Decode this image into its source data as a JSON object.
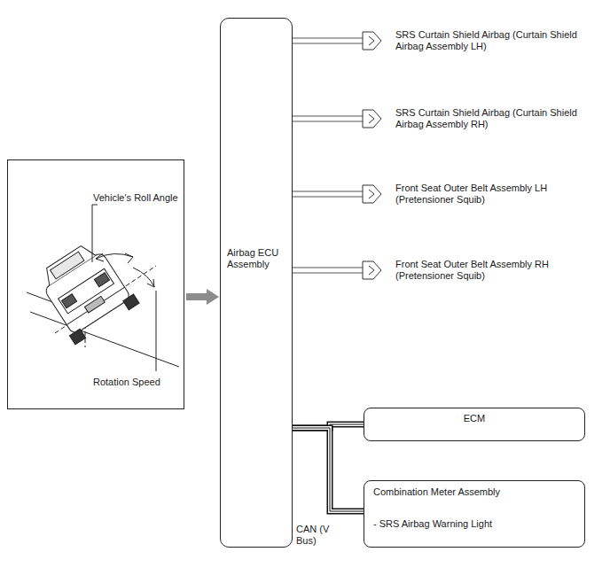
{
  "diagram": {
    "nodes": [
      {
        "text": [
          "Vehicle's Roll Angle",
          "Rotation Speed"
        ]
      },
      {
        "text": [
          "Airbag ECU Assembly"
        ]
      },
      {
        "text": [
          "SRS Curtain Shield Airbag (Curtain Shield Airbag Assembly LH)"
        ]
      },
      {
        "text": [
          "SRS Curtain Shield Airbag (Curtain Shield Airbag Assembly RH)"
        ]
      },
      {
        "text": [
          "Front Seat Outer Belt Assembly LH (Pretensioner Squib)"
        ]
      },
      {
        "text": [
          "Front Seat Outer Belt Assembly RH (Pretensioner Squib)"
        ]
      },
      {
        "text": [
          "ECM"
        ]
      },
      {
        "text": [
          "Combination Meter Assembly",
          "- SRS Airbag Warning Light"
        ]
      }
    ],
    "edges": [
      {
        "from": 0,
        "to": 1,
        "arrow": "to"
      },
      {
        "from": 1,
        "to": 2,
        "arrow": "none"
      },
      {
        "from": 1,
        "to": 3,
        "arrow": "none"
      },
      {
        "from": 1,
        "to": 4,
        "arrow": "none"
      },
      {
        "from": 1,
        "to": 5,
        "arrow": "none"
      },
      {
        "from": 1,
        "to": 6,
        "arrow": "none"
      },
      {
        "from": 1,
        "to": 7,
        "arrow": "none",
        "label": "CAN (V Bus)"
      }
    ]
  }
}
